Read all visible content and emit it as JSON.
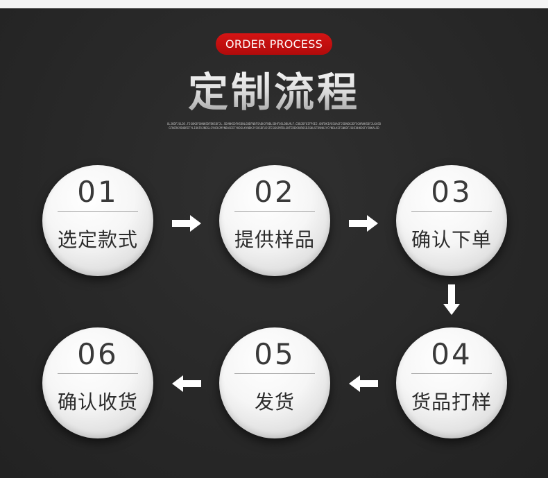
{
  "badge": "ORDER PROCESS",
  "title": "定制流程",
  "subtext": "OLJKDFJGLDS.FJGOKDFGHNKSDFBKSDFJL.SDVNKSDFHSDNLGBDFNBFSADHJFNBLSDHFOSLDBLMLF.CDBJDFOIFPSEJ.GNFDKIVGSUAGFJSDNGKJDFSGHRHKSDFJLKASDGFNCRKYBHDRIFYLIOKFHJNDSLSYNCKJMYNBASDIFYHDSLKYNDKJYCHSDFUJSFESGNJMFDLGNTEREKRUROSDJGNLSFDVNKJYCYNDLKSFGNKDFJGHIHHKDSFYJNKALSD",
  "steps": [
    {
      "num": "01",
      "label": "选定款式"
    },
    {
      "num": "02",
      "label": "提供样品"
    },
    {
      "num": "03",
      "label": "确认下单"
    },
    {
      "num": "04",
      "label": "货品打样"
    },
    {
      "num": "05",
      "label": "发货"
    },
    {
      "num": "06",
      "label": "确认收货"
    }
  ],
  "arrows": [
    "arrow-right",
    "arrow-right",
    "arrow-down",
    "arrow-left",
    "arrow-left"
  ],
  "colors": {
    "accent": "#c8100f",
    "background": "#2a2a2a",
    "circle": "#f2f2f2"
  }
}
